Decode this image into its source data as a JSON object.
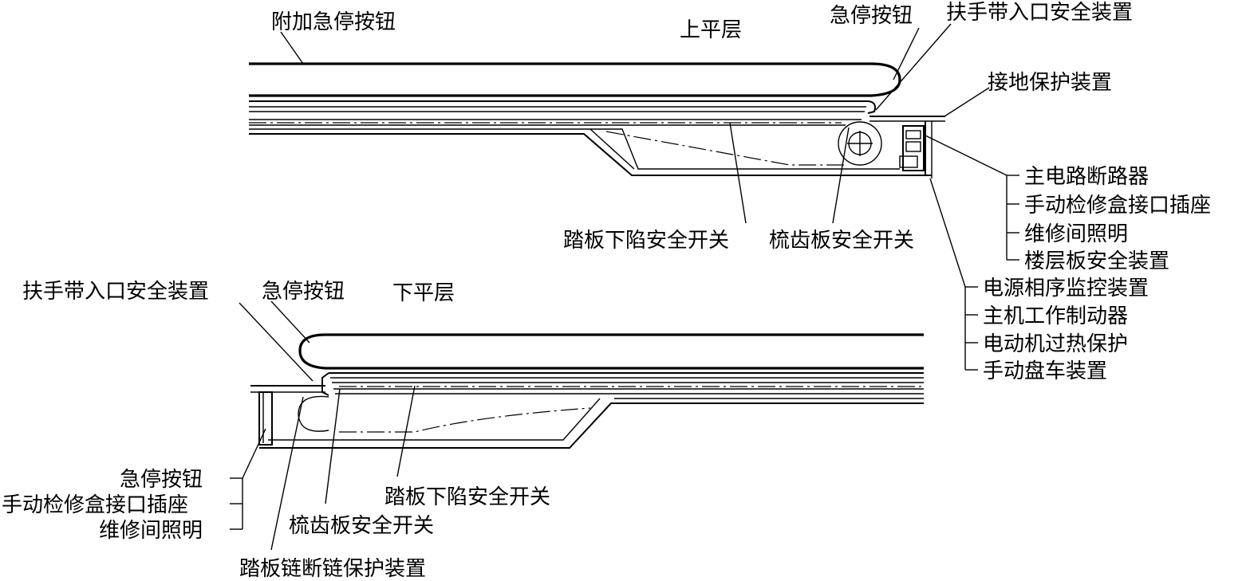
{
  "labels": {
    "upper_level": "上平层",
    "upper_extra_estop": "附加急停按钮",
    "upper_estop": "急停按钮",
    "upper_handrail_guard": "扶手带入口安全装置",
    "upper_grounding": "接地保护装置",
    "upper_main_breaker": "主电路断路器",
    "upper_manual_socket": "手动检修盒接口插座",
    "upper_maintenance_light": "维修间照明",
    "upper_floor_plate": "楼层板安全装置",
    "upper_step_sag": "踏板下陷安全开关",
    "upper_comb_switch": "梳齿板安全开关",
    "phase_monitor": "电源相序监控装置",
    "main_brake": "主机工作制动器",
    "motor_overheat": "电动机过热保护",
    "manual_crank": "手动盘车装置",
    "lower_handrail_guard": "扶手带入口安全装置",
    "lower_estop": "急停按钮",
    "lower_level": "下平层",
    "lower_box_estop": "急停按钮",
    "lower_manual_socket": "手动检修盒接口插座",
    "lower_maintenance_light": "维修间照明",
    "lower_step_sag": "踏板下陷安全开关",
    "lower_comb_switch": "梳齿板安全开关",
    "lower_chain_break": "踏板链断链保护装置"
  }
}
